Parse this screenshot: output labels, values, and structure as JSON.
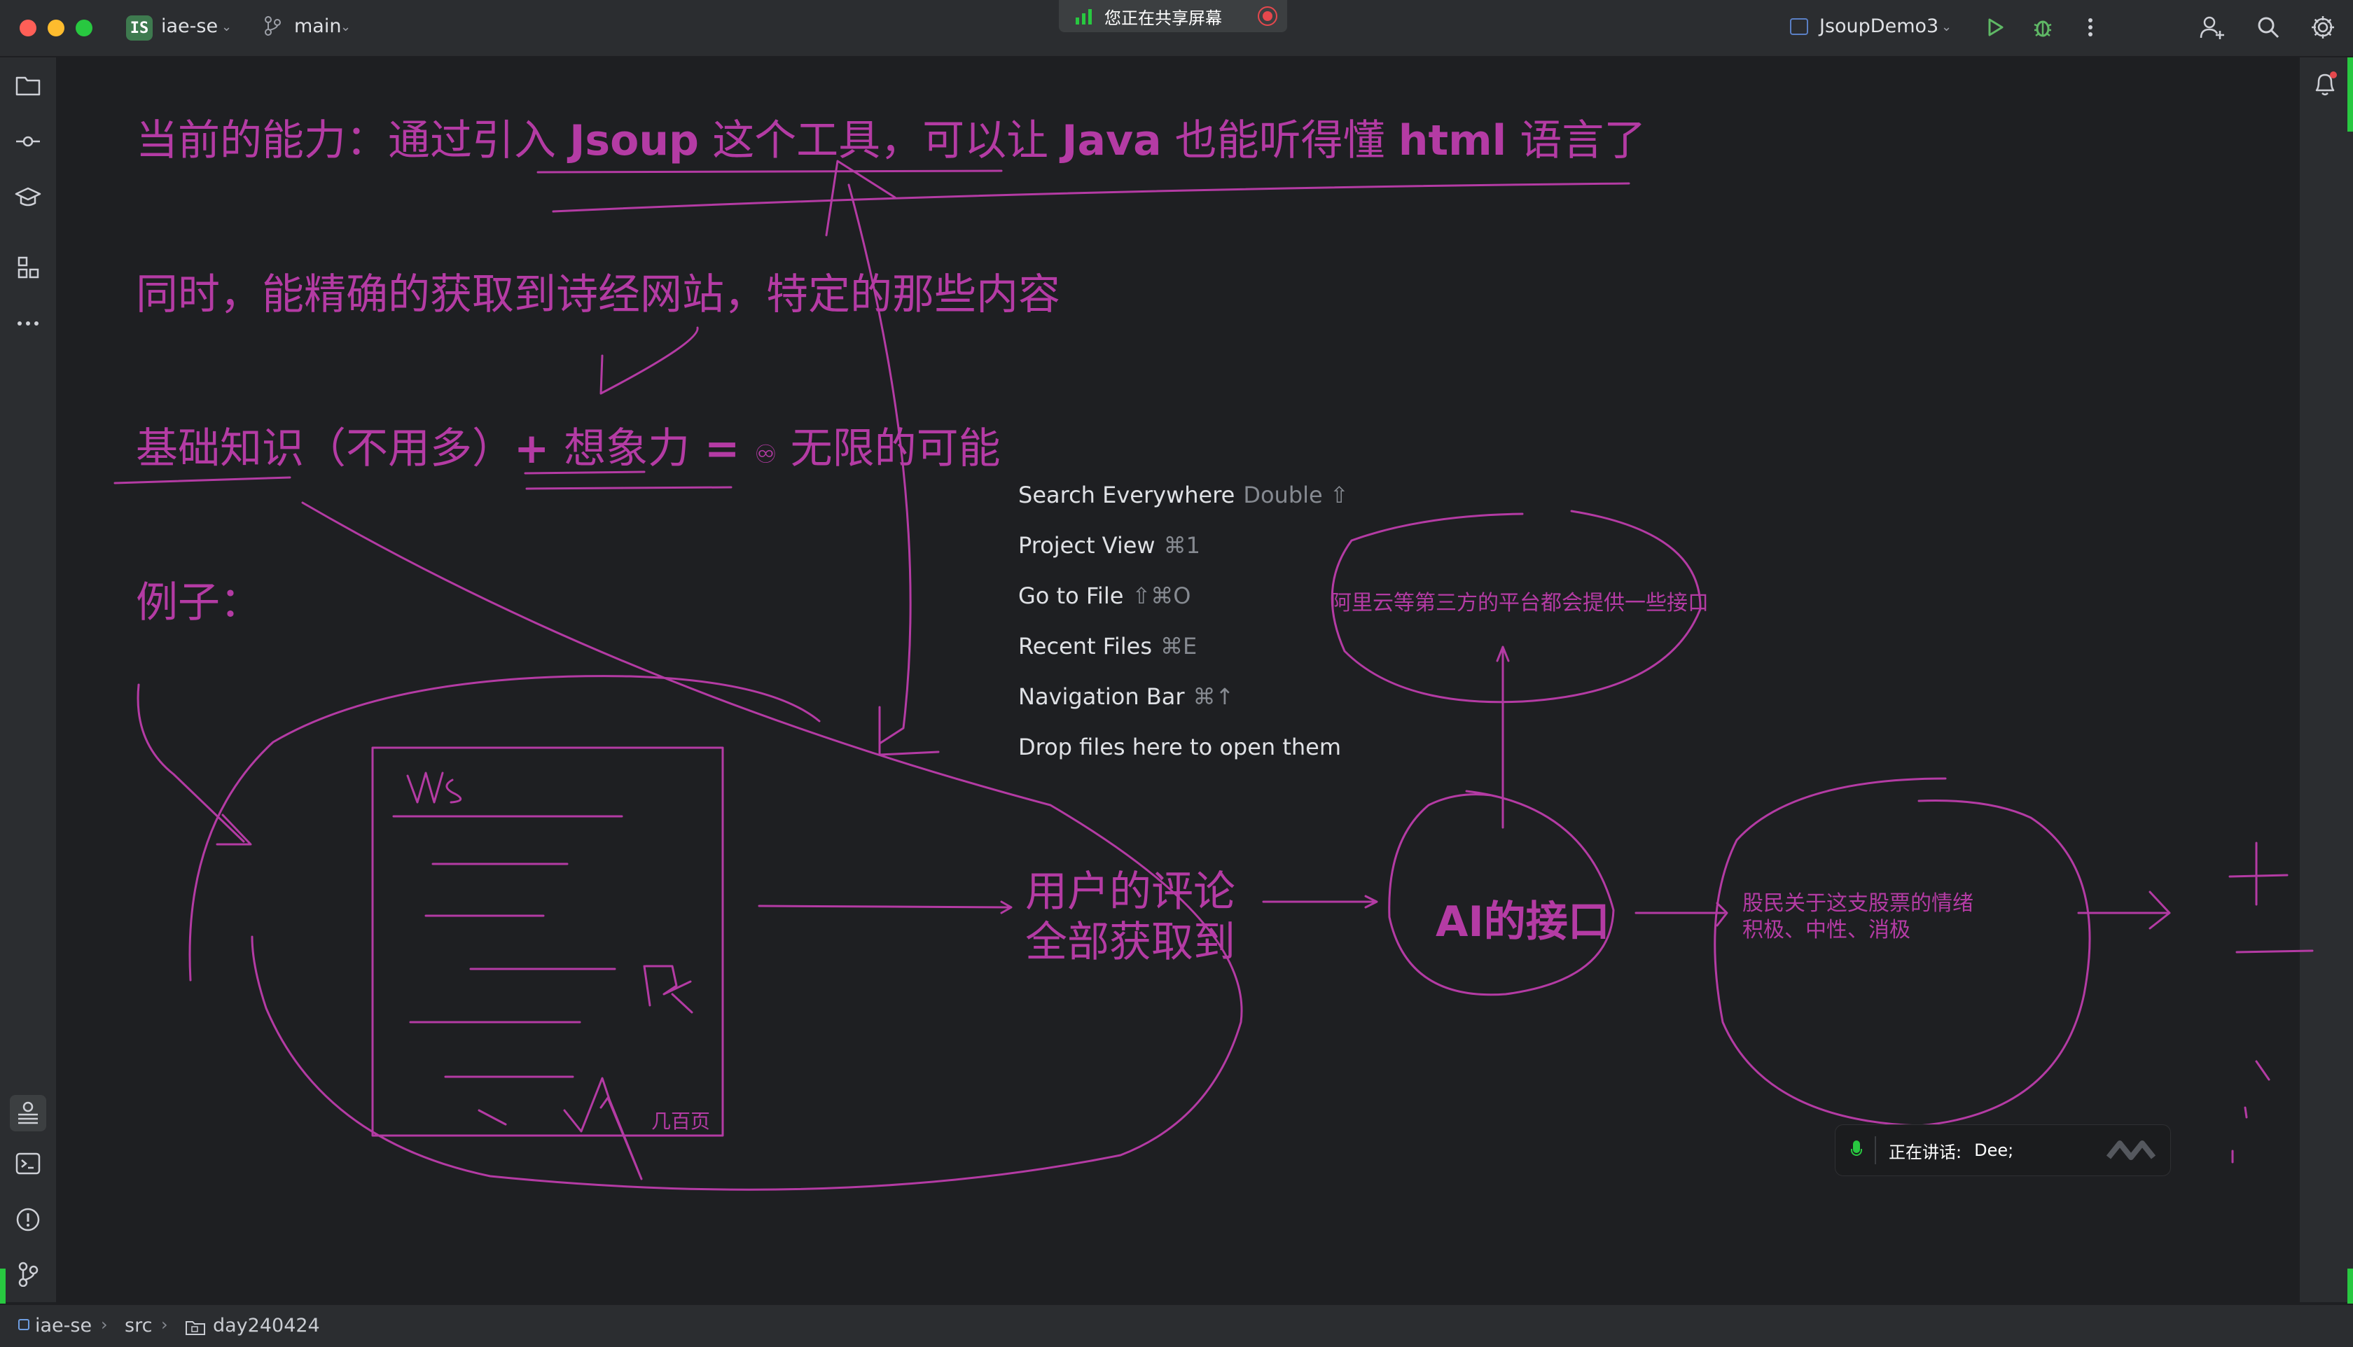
{
  "titlebar": {
    "project_badge": "IS",
    "project_name": "iae-se",
    "branch": "main",
    "screen_share": "您正在共享屏幕",
    "run_config": "JsoupDemo3"
  },
  "icons": {
    "left": [
      "folder-icon",
      "commit-icon",
      "learn-icon",
      "structure-icon",
      "more-icon",
      "services-icon",
      "terminal-icon",
      "problems-icon",
      "git-icon"
    ],
    "top_right": [
      "run-icon",
      "debug-icon",
      "more-vertical-icon",
      "add-user-icon",
      "search-icon",
      "settings-icon"
    ],
    "right": [
      "notifications-icon"
    ]
  },
  "colors": {
    "ink": "#b43ba4",
    "accent_green": "#28c840",
    "background": "#1e1f22"
  },
  "notes": {
    "line1_a": "当前的能力：通过引入 ",
    "line1_b": "Jsoup",
    "line1_c": " 这个工具，可以让 ",
    "line1_d": "Java",
    "line1_e": " 也能听得懂 ",
    "line1_f": "html",
    "line1_g": " 语言了",
    "line2": "同时，能精确的获取到诗经网站，特定的那些内容",
    "line3_a": "基础知识（不用多）",
    "line3_b": "+ ",
    "line3_c": "想象力",
    "line3_d": " = ",
    "line3_e": "♾",
    "line3_f": " 无限的可能",
    "line4": "例子：",
    "page_count": "几百页",
    "comments_line1": "用户的评论",
    "comments_line2": "全部获取到",
    "ai_api": "AI的接口",
    "platforms": "阿里云等第三方的平台都会提供一些接口",
    "sentiment_line1": "股民关于这支股票的情绪",
    "sentiment_line2": "积极、中性、消极"
  },
  "empty_editor_hints": [
    {
      "label": "Search Everywhere",
      "key": "Double ⇧"
    },
    {
      "label": "Project View",
      "key": "⌘1"
    },
    {
      "label": "Go to File",
      "key": "⇧⌘O"
    },
    {
      "label": "Recent Files",
      "key": "⌘E"
    },
    {
      "label": "Navigation Bar",
      "key": "⌘↑"
    },
    {
      "label": "Drop files here to open them",
      "key": ""
    }
  ],
  "speaker": {
    "label": "正在讲话:",
    "name": "Dee;"
  },
  "statusbar": {
    "crumbs": [
      "iae-se",
      "src",
      "day240424"
    ]
  }
}
